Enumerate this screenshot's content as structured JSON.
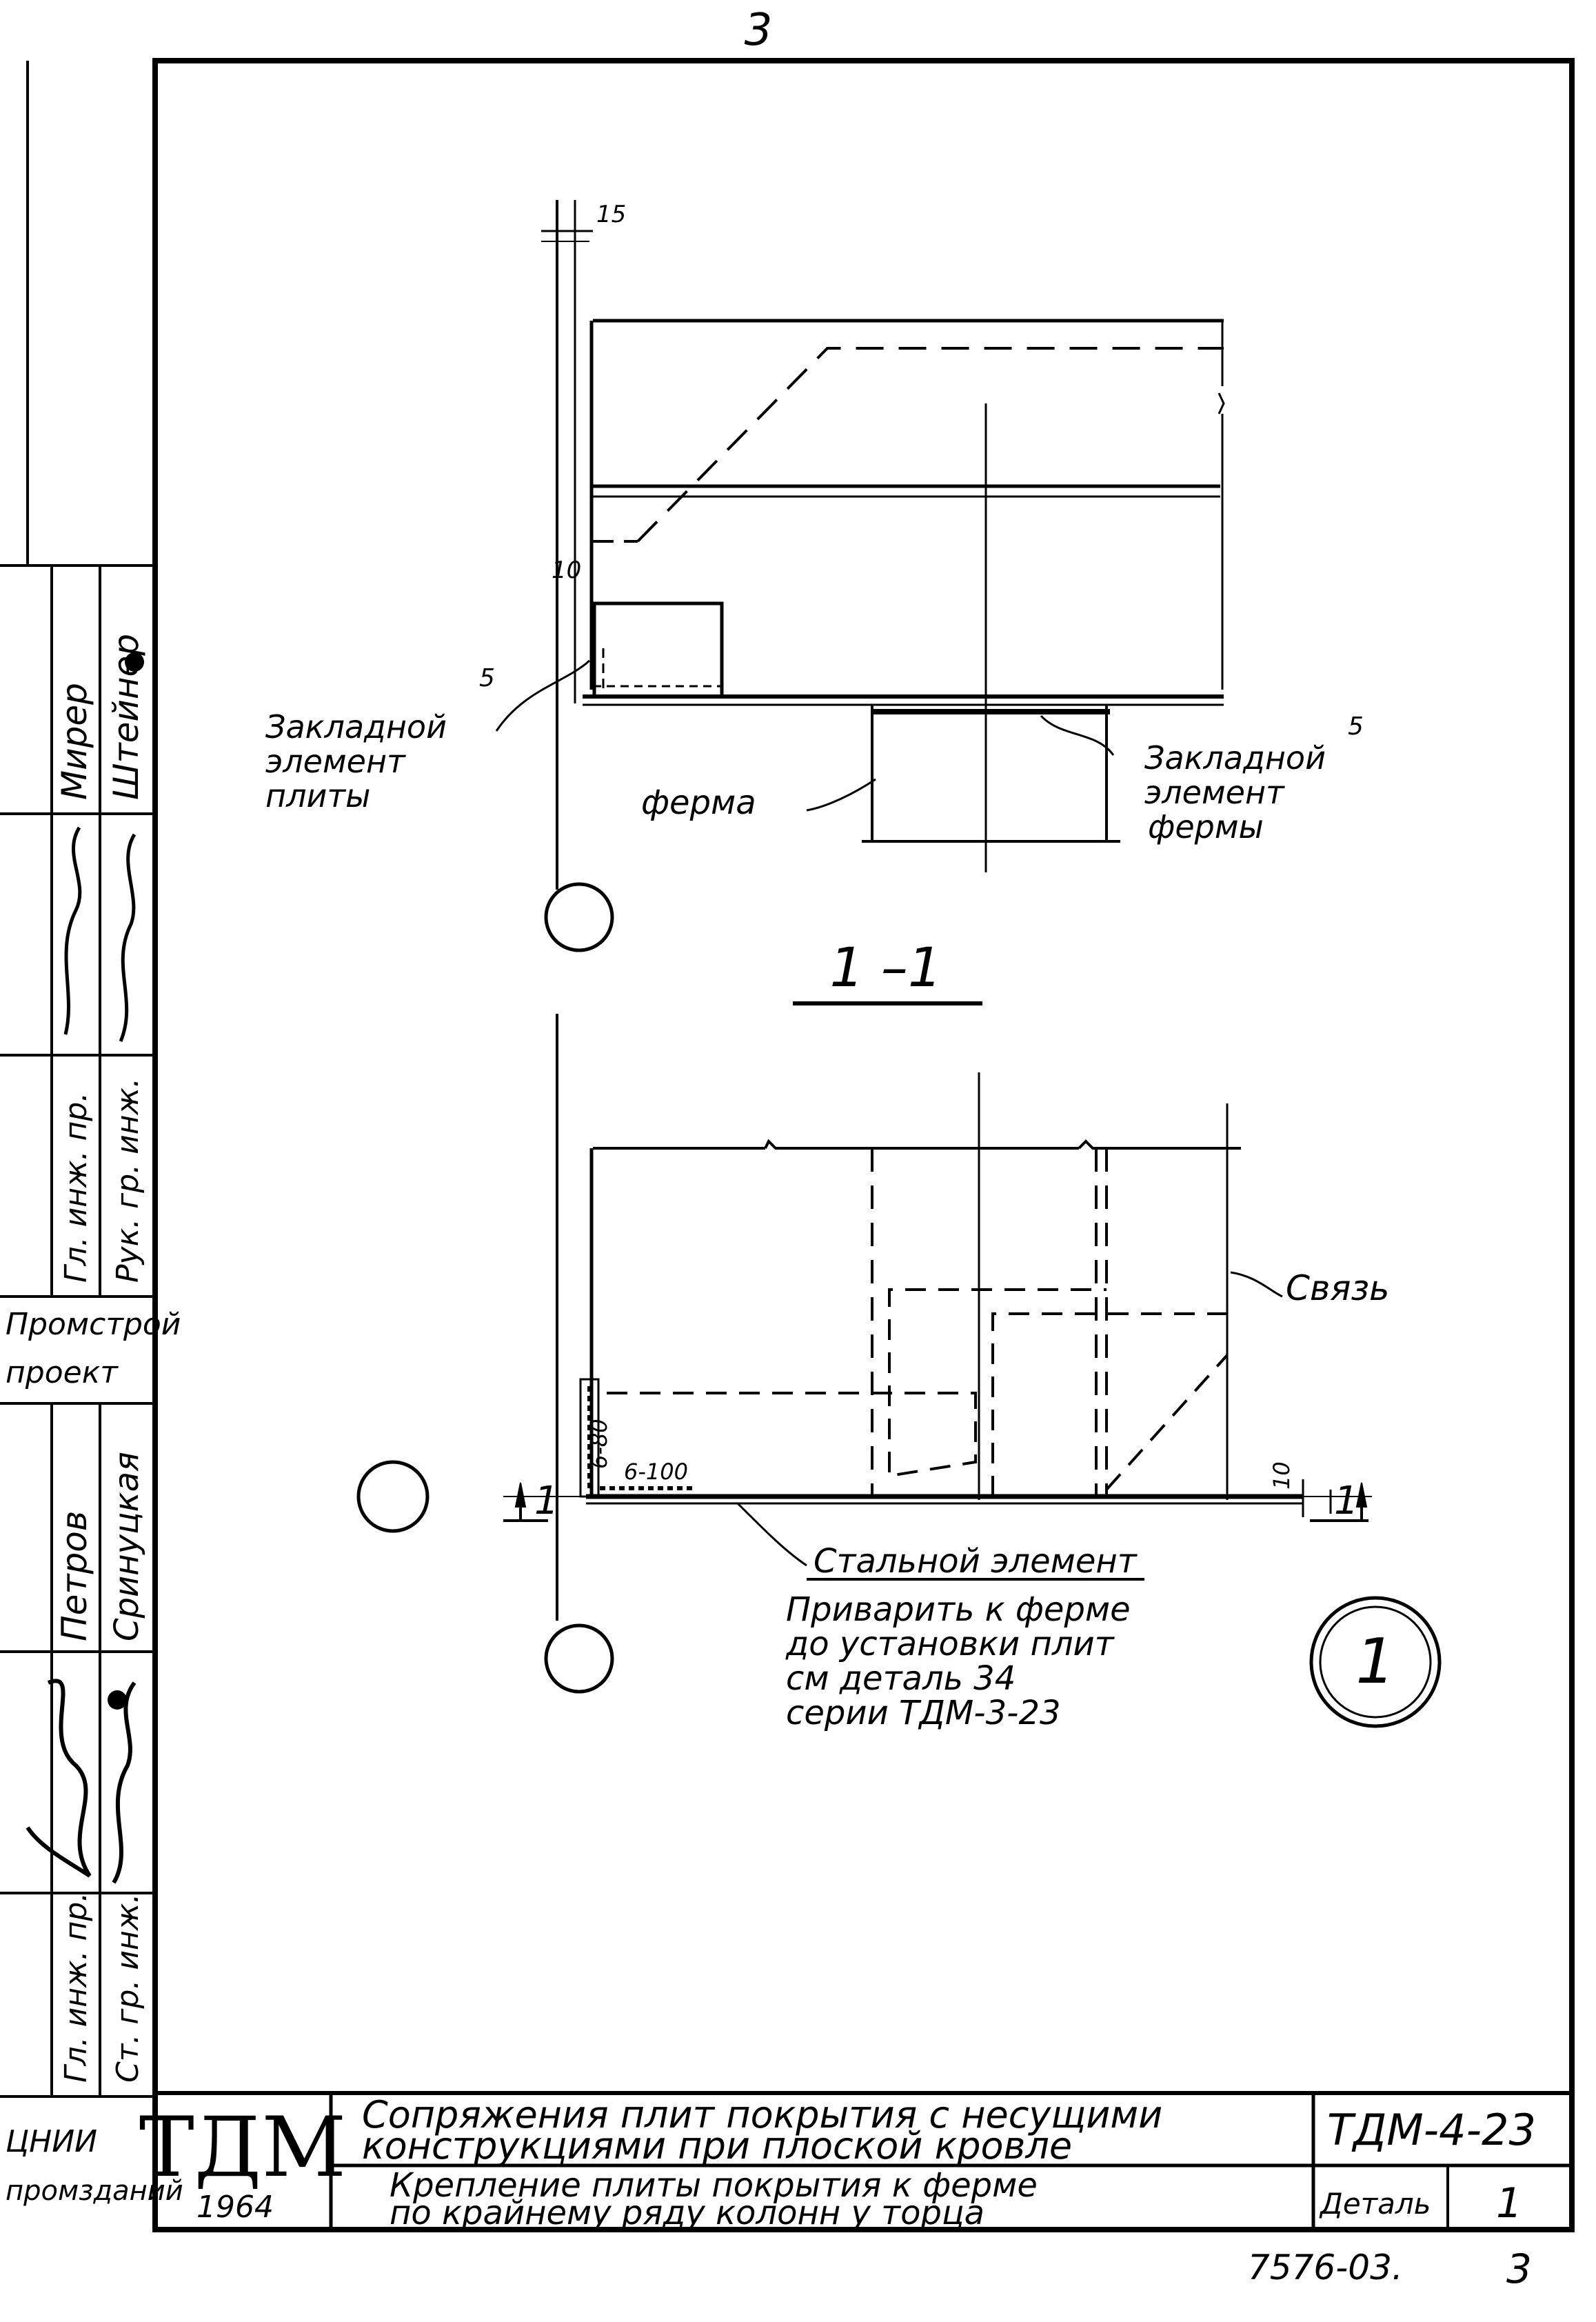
{
  "sheet": {
    "page_number_top": "3",
    "sheet_code_bottom": "7576-03.",
    "page_number_bottom": "3"
  },
  "upper_view": {
    "dim_top": "15",
    "dim_side": "10",
    "superscript_plate": "5",
    "label_plate_embed": [
      "Закладной",
      "элемент",
      "плиты"
    ],
    "label_truss": "ферма",
    "superscript_truss": "5",
    "label_truss_embed": [
      "Закладной",
      "элемент",
      "фермы"
    ]
  },
  "section": {
    "title": "1 –1"
  },
  "lower_view": {
    "label_tie": "Связь",
    "dim_vertical": "6-80",
    "dim_horizontal": "6-100",
    "dim_right": "10",
    "cut_mark_left": "1",
    "cut_mark_right": "1",
    "label_steel": "Стальной элемент",
    "note": [
      "Приварить к ферме",
      "до установки плит",
      "см деталь 34",
      "серии ТДМ-3-23"
    ],
    "detail_marker": "1"
  },
  "left_strip": {
    "names_top": [
      "Мирер",
      "Штейнер"
    ],
    "roles_mid": [
      "Гл. инж. пр.",
      "Рук. гр. инж."
    ],
    "org": [
      "Промстрой",
      "проект"
    ],
    "names_low": [
      "Петров",
      "Сринуцкая"
    ],
    "roles_low": [
      "Гл. инж. пр.",
      "Ст. гр. инж."
    ],
    "org_bottom": [
      "ЦНИИ",
      "промзданий"
    ]
  },
  "title_block": {
    "logo": "ТДМ",
    "year": "1964",
    "title_line1": "Сопряжения плит покрытия с несущими",
    "title_line2": "конструкциями при плоской кровле",
    "subtitle_line1": "Крепление плиты покрытия к ферме",
    "subtitle_line2": "по крайнему ряду колонн у торца",
    "series_code": "ТДМ-4-23",
    "detail_label": "Деталь",
    "detail_number": "1"
  }
}
